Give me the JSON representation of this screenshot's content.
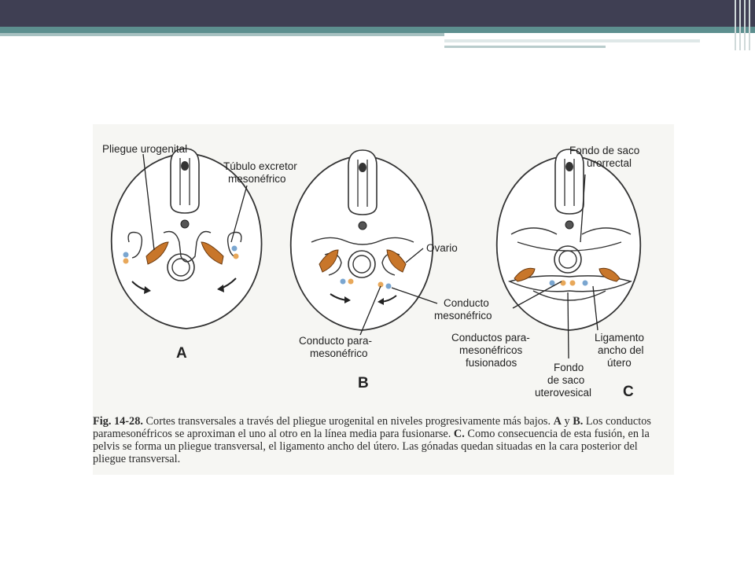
{
  "labels": {
    "a_pliegue": "Pliegue urogenital",
    "a_tubulo_1": "Túbulo excretor",
    "a_tubulo_2": "mesonéfrico",
    "a_letter": "A",
    "b_ovario": "Ovario",
    "b_conducto_1": "Conducto",
    "b_conducto_2": "mesonéfrico",
    "b_para_1": "Conducto para-",
    "b_para_2": "mesonéfrico",
    "b_letter": "B",
    "c_fondo_1": "Fondo de saco",
    "c_fondo_2": "urorrectal",
    "c_cpm_1": "Conductos para-",
    "c_cpm_2": "mesonéfricos",
    "c_cpm_3": "fusionados",
    "c_uv_1": "Fondo",
    "c_uv_2": "de saco",
    "c_uv_3": "uterovesical",
    "c_lig_1": "Ligamento",
    "c_lig_2": "ancho del",
    "c_lig_3": "útero",
    "c_letter": "C"
  },
  "caption": {
    "fig_number": "Fig. 14-28.",
    "text_1": " Cortes transversales a través del pliegue urogenital en niveles progresivamente más bajos. ",
    "a_ref": "A",
    "text_2": " y ",
    "b_ref": "B.",
    "text_3": " Los conductos paramesonéfricos se aproximan el uno al otro en la línea media para fusionarse. ",
    "c_ref": "C.",
    "text_4": " Como consecuencia de esta fusión, en la pelvis se forma un pliegue transversal, el ligamento ancho del útero. Las gónadas quedan situadas en la cara posterior del pliegue transversal."
  },
  "colors": {
    "header": "#3f3f53",
    "accent_teal": "#5d8f8f",
    "gonad": "#c8762a",
    "duct_blue": "#7aa6d0",
    "duct_orange": "#e8a85a"
  }
}
